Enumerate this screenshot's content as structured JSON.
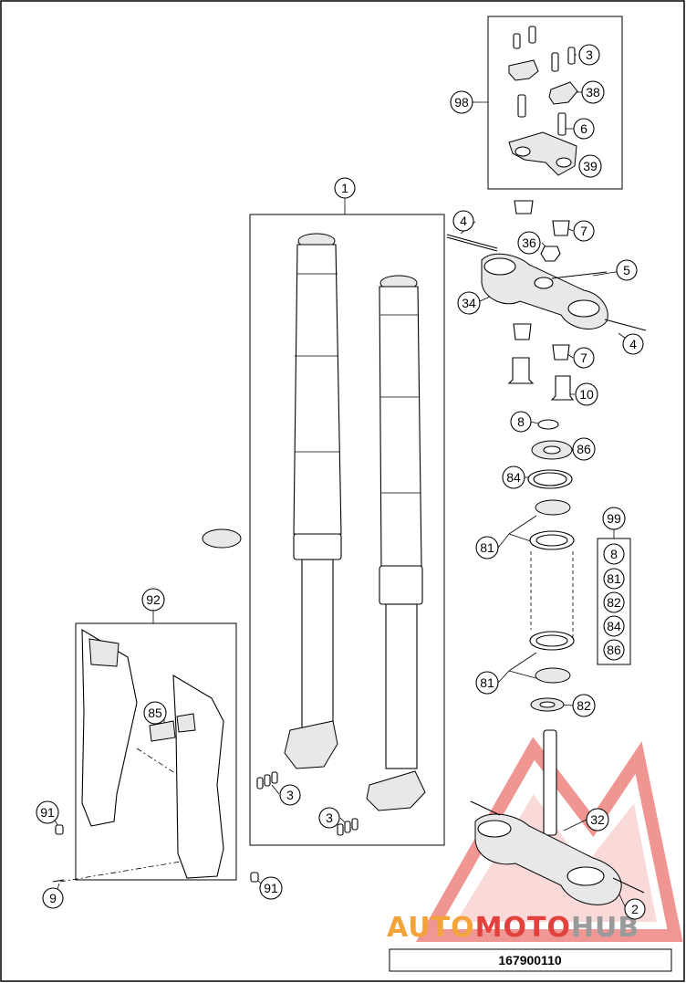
{
  "diagram": {
    "drawing_code": "167900110",
    "watermark": {
      "part1": "AUTO",
      "part2": "MOTO",
      "part3": "HUB",
      "color_orange": "#f2a33a",
      "color_red": "#e2413c",
      "color_grey": "#9a9a9a"
    },
    "callouts": {
      "c1": "1",
      "c2": "2",
      "c3a": "3",
      "c3b": "3",
      "c3c": "3",
      "c4a": "4",
      "c4b": "4",
      "c5": "5",
      "c6": "6",
      "c7a": "7",
      "c7b": "7",
      "c8": "8",
      "c9": "9",
      "c10": "10",
      "c32": "32",
      "c34": "34",
      "c36": "36",
      "c38": "38",
      "c39": "39",
      "c81a": "81",
      "c81b": "81",
      "c82": "82",
      "c84": "84",
      "c85": "85",
      "c86": "86",
      "c91a": "91",
      "c91b": "91",
      "c92": "92",
      "c98": "98",
      "c99": "99"
    },
    "kit99_items": [
      "8",
      "81",
      "82",
      "84",
      "86"
    ]
  }
}
